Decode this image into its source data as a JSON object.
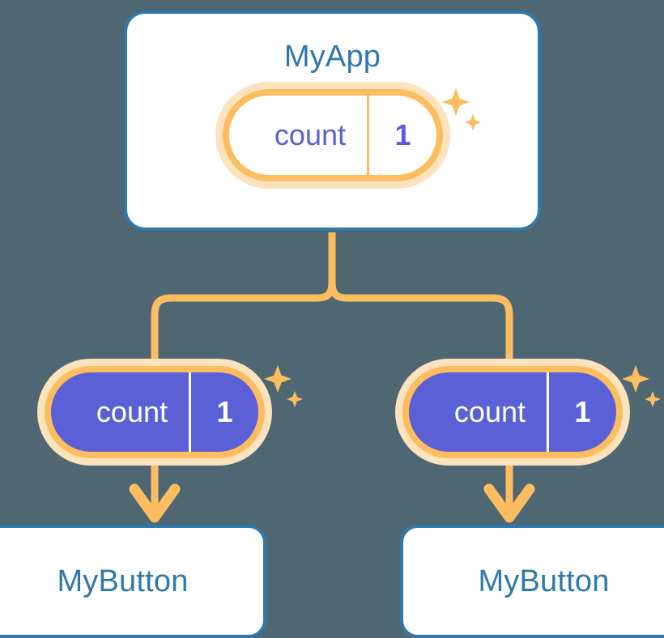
{
  "diagram": {
    "title": "React state lifting / prop drilling component tree",
    "background_color": "#4e6773",
    "accent_orange": "#fbbd5f",
    "accent_orange_halo": "#fce3bd",
    "accent_blue": "#2f78ab",
    "accent_purple": "#5c60d6",
    "card_background": "#ffffff"
  },
  "nodes": {
    "root": {
      "title": "MyApp",
      "state": {
        "key": "count",
        "value": "1"
      },
      "sparkle": "sparkle-icon"
    },
    "children": [
      {
        "title": "MyButton",
        "state": {
          "key": "count",
          "value": "1"
        },
        "sparkle": "sparkle-icon"
      },
      {
        "title": "MyButton",
        "state": {
          "key": "count",
          "value": "1"
        },
        "sparkle": "sparkle-icon"
      }
    ]
  },
  "connectors": {
    "trunk": "vertical-line-from-root",
    "branches": "forked-line-to-two-children",
    "arrows": "arrow-down-into-child-card",
    "color": "#fbbd5f"
  }
}
